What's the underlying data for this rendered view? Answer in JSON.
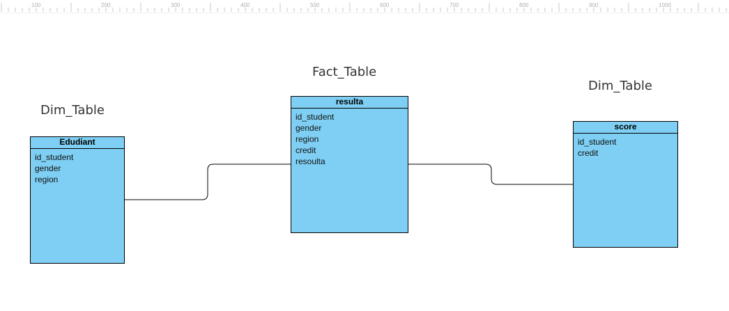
{
  "ruler": {
    "ticks": [
      "100",
      "200",
      "300",
      "400",
      "500",
      "600",
      "700",
      "800",
      "900",
      "1000"
    ]
  },
  "captions": {
    "left": "Dim_Table",
    "center": "Fact_Table",
    "right": "Dim_Table"
  },
  "tables": {
    "edudiant": {
      "title": "Edudiant",
      "fields": [
        "id_student",
        "gender",
        "region"
      ]
    },
    "resulta": {
      "title": "resulta",
      "fields": [
        "id_student",
        "gender",
        "region",
        "credit",
        "resoulta"
      ]
    },
    "score": {
      "title": "score",
      "fields": [
        "id_student",
        "credit"
      ]
    }
  },
  "colors": {
    "entity_fill": "#7ecff3",
    "border": "#000000",
    "connector": "#000000"
  }
}
